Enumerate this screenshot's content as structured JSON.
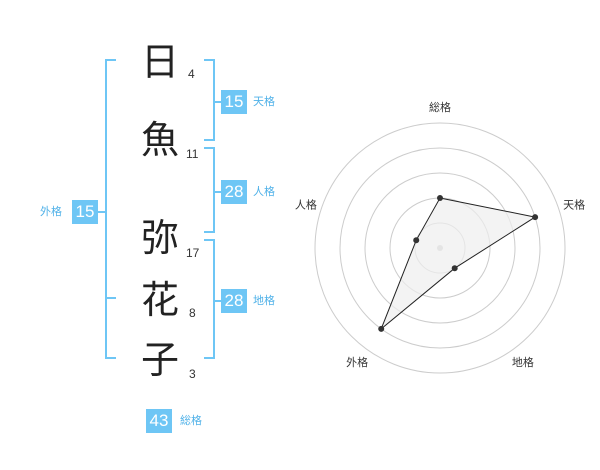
{
  "name": {
    "characters": [
      {
        "char": "日",
        "strokes": "4"
      },
      {
        "char": "魚",
        "strokes": "11"
      },
      {
        "char": "弥",
        "strokes": "17"
      },
      {
        "char": "花",
        "strokes": "8"
      },
      {
        "char": "子",
        "strokes": "3"
      }
    ]
  },
  "fortune": {
    "tenkaku": {
      "value": "15",
      "label": "天格"
    },
    "jinkaku": {
      "value": "28",
      "label": "人格"
    },
    "chikaku": {
      "value": "28",
      "label": "地格"
    },
    "gaikaku": {
      "value": "15",
      "label": "外格"
    },
    "soukaku": {
      "value": "43",
      "label": "総格"
    }
  },
  "radar": {
    "axes": [
      "総格",
      "天格",
      "地格",
      "外格",
      "人格"
    ],
    "values": [
      2,
      4,
      1,
      4,
      1
    ],
    "max": 5
  },
  "colors": {
    "accent": "#6ec6f5",
    "bracket": "#6ec6f5",
    "radar_fill": "#eeeeee"
  }
}
